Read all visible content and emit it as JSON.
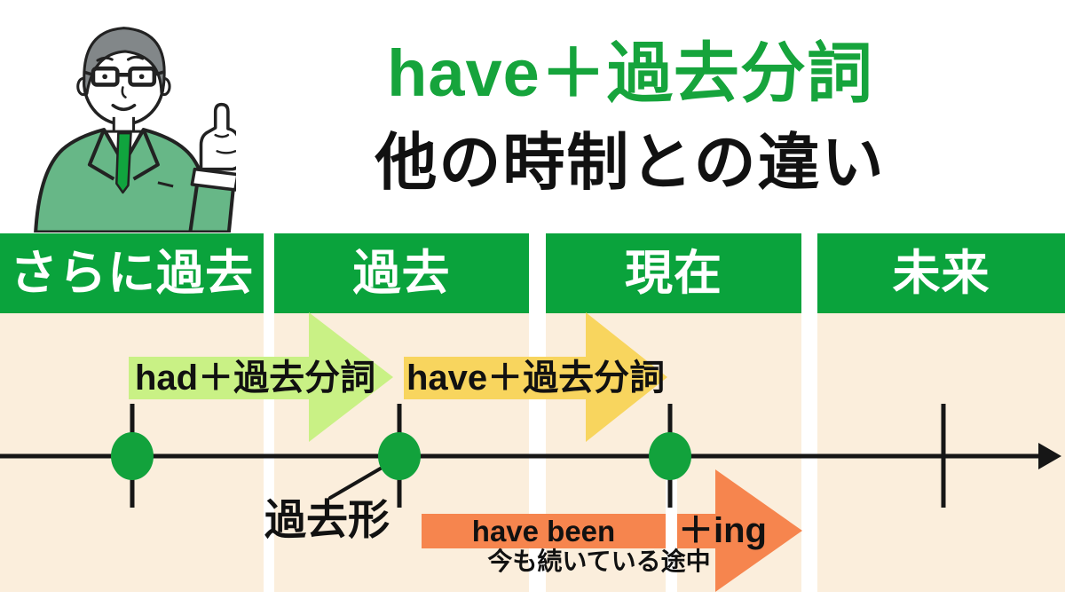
{
  "header": {
    "title": "have＋過去分詞",
    "subtitle": "他の時制との違い"
  },
  "columns": [
    {
      "id": "further-past",
      "label": "さらに過去"
    },
    {
      "id": "past",
      "label": "過去"
    },
    {
      "id": "present",
      "label": "現在"
    },
    {
      "id": "future",
      "label": "未来"
    }
  ],
  "diagram": {
    "past_perfect_arrow": {
      "label": "had＋過去分詞"
    },
    "present_perfect_arrow": {
      "label": "have＋過去分詞"
    },
    "continuous_arrow": {
      "label_start": "have been",
      "label_end": "＋ing",
      "note": "今も続いている途中"
    },
    "past_point_label": "過去形"
  },
  "illustration": "teacher-in-green-suit-pointing",
  "colors": {
    "title_green": "#16a43c",
    "header_green": "#0aa33c",
    "column_cream": "#fbeedc",
    "light_green_arrow": "#c9f185",
    "yellow_arrow": "#f8d55e",
    "orange_arrow": "#f6854e",
    "dot_green": "#12a23c",
    "line_black": "#161616",
    "suit_green": "#67b787",
    "tie_green": "#10a43e",
    "hair_gray": "#828789"
  }
}
